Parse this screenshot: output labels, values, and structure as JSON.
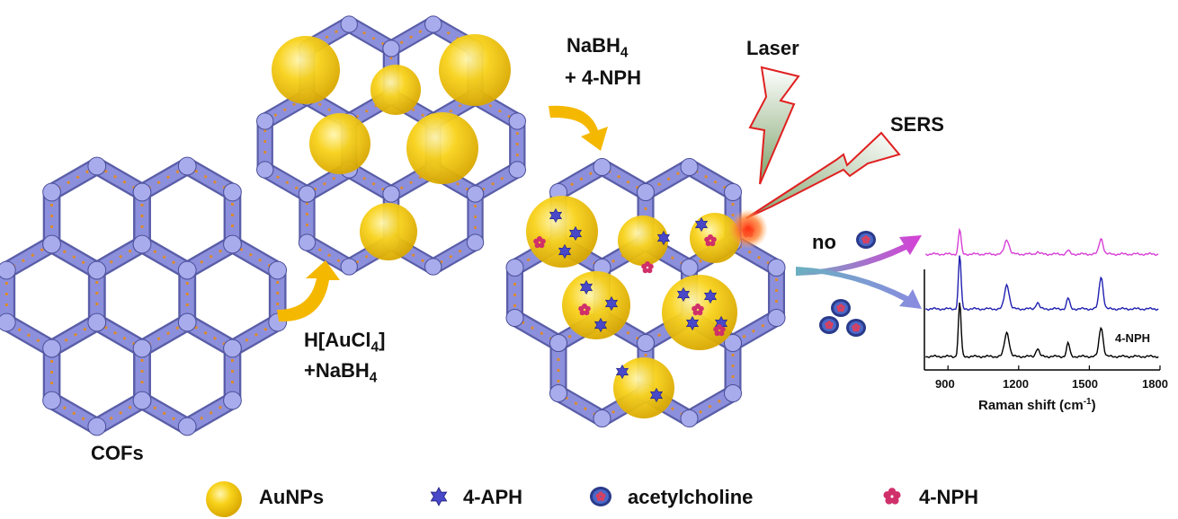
{
  "labels": {
    "cofs": "COFs",
    "step1_line1": "H[AuCl",
    "step1_sub1": "4",
    "step1_line1_end": "]",
    "step1_line2": "+NaBH",
    "step1_sub2": "4",
    "step2_line1": "NaBH",
    "step2_sub1": "4",
    "step2_line2": "+ 4-NPH",
    "laser": "Laser",
    "sers": "SERS",
    "no": "no"
  },
  "legend": [
    {
      "label": "AuNPs",
      "icon": "gold-sphere-icon"
    },
    {
      "label": "4-APH",
      "icon": "blue-star-icon"
    },
    {
      "label": "acetylcholine",
      "icon": "acetylcholine-icon"
    },
    {
      "label": "4-NPH",
      "icon": "pink-flower-icon"
    }
  ],
  "colors": {
    "gold": "#f5c400",
    "framework": "#8c8fd8",
    "linker": "#e08a2a",
    "arrow": "#f5b800",
    "laser_stroke": "#e02020",
    "magenta": "#d63fd6",
    "blue": "#2020b0",
    "black": "#000000",
    "aph": "#4040c0",
    "nph": "#d0306a"
  },
  "chart_data": {
    "type": "line",
    "xlabel": "Raman shift (cm",
    "xlabel_sup": "-1",
    "xlabel_end": ")",
    "xlim": [
      800,
      1800
    ],
    "xticks": [
      900,
      1200,
      1500,
      1800
    ],
    "annotation": "4-NPH",
    "peaks": [
      950,
      1150,
      1280,
      1410,
      1550
    ],
    "series": [
      {
        "color": "#d63fd6",
        "offset": 2,
        "heights": [
          0.55,
          0.32,
          0.05,
          0.08,
          0.35
        ]
      },
      {
        "color": "#2020b0",
        "offset": 1,
        "heights": [
          1.0,
          0.45,
          0.12,
          0.2,
          0.6
        ]
      },
      {
        "color": "#000000",
        "offset": 0,
        "heights": [
          1.0,
          0.45,
          0.15,
          0.25,
          0.55
        ]
      }
    ]
  }
}
